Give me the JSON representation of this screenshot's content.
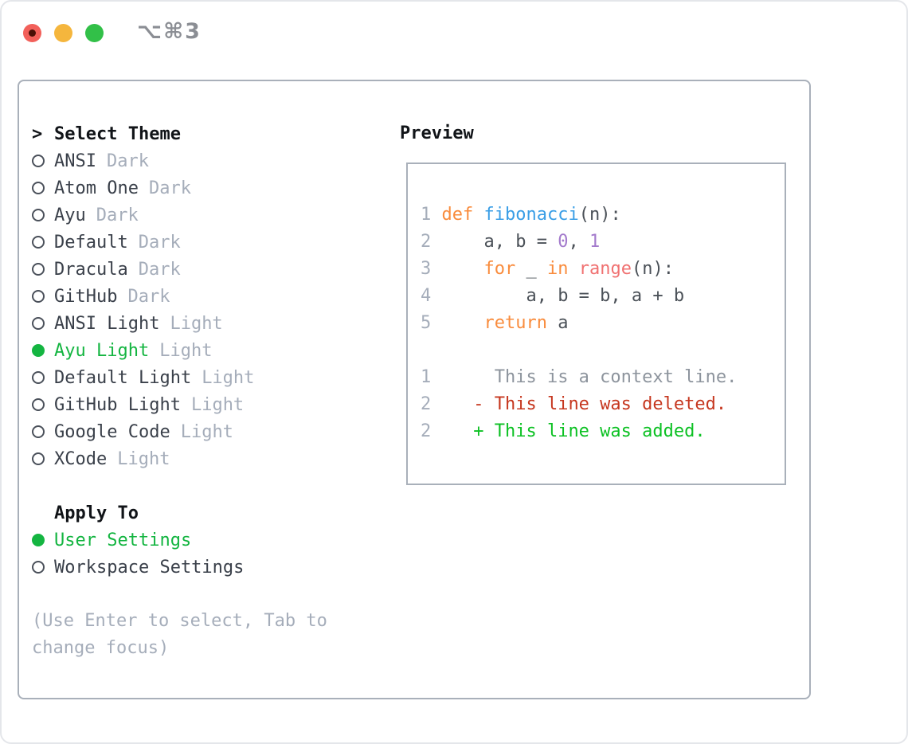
{
  "titlebar": {
    "shortcut": "⌥⌘3",
    "buttons": [
      {
        "name": "close",
        "color": "#f2605a",
        "has_unsaved_dot": true
      },
      {
        "name": "minimize",
        "color": "#f5b63d"
      },
      {
        "name": "zoom",
        "color": "#32c048"
      }
    ]
  },
  "theme_panel": {
    "prompt": ">",
    "title": "Select Theme",
    "items": [
      {
        "name": "ANSI",
        "variant": "Dark",
        "selected": false
      },
      {
        "name": "Atom One",
        "variant": "Dark",
        "selected": false
      },
      {
        "name": "Ayu",
        "variant": "Dark",
        "selected": false
      },
      {
        "name": "Default",
        "variant": "Dark",
        "selected": false
      },
      {
        "name": "Dracula",
        "variant": "Dark",
        "selected": false
      },
      {
        "name": "GitHub",
        "variant": "Dark",
        "selected": false
      },
      {
        "name": "ANSI Light",
        "variant": "Light",
        "selected": false
      },
      {
        "name": "Ayu Light",
        "variant": "Light",
        "selected": true
      },
      {
        "name": "Default Light",
        "variant": "Light",
        "selected": false
      },
      {
        "name": "GitHub Light",
        "variant": "Light",
        "selected": false
      },
      {
        "name": "Google Code",
        "variant": "Light",
        "selected": false
      },
      {
        "name": "XCode",
        "variant": "Light",
        "selected": false
      }
    ]
  },
  "apply_panel": {
    "title": "Apply To",
    "items": [
      {
        "name": "User Settings",
        "variant": "",
        "selected": true
      },
      {
        "name": "Workspace Settings",
        "variant": "",
        "selected": false
      }
    ]
  },
  "hint": "(Use Enter to select, Tab to change focus)",
  "preview": {
    "title": "Preview",
    "lines": [
      {
        "segments": [
          {
            "text": "1 ",
            "color": "linenum"
          },
          {
            "text": "def ",
            "color": "keyword"
          },
          {
            "text": "fibonacci",
            "color": "function"
          },
          {
            "text": "(n):",
            "color": "fg"
          }
        ]
      },
      {
        "segments": [
          {
            "text": "2 ",
            "color": "linenum"
          },
          {
            "text": "    a, b = ",
            "color": "fg"
          },
          {
            "text": "0",
            "color": "number"
          },
          {
            "text": ", ",
            "color": "fg"
          },
          {
            "text": "1",
            "color": "number"
          }
        ]
      },
      {
        "segments": [
          {
            "text": "3 ",
            "color": "linenum"
          },
          {
            "text": "    ",
            "color": "fg"
          },
          {
            "text": "for",
            "color": "keyword"
          },
          {
            "text": " _ ",
            "color": "fg"
          },
          {
            "text": "in",
            "color": "keyword"
          },
          {
            "text": " ",
            "color": "fg"
          },
          {
            "text": "range",
            "color": "call"
          },
          {
            "text": "(n):",
            "color": "fg"
          }
        ]
      },
      {
        "segments": [
          {
            "text": "4 ",
            "color": "linenum"
          },
          {
            "text": "        a, b = b, a + b",
            "color": "fg"
          }
        ]
      },
      {
        "segments": [
          {
            "text": "5 ",
            "color": "linenum"
          },
          {
            "text": "    ",
            "color": "fg"
          },
          {
            "text": "return",
            "color": "keyword"
          },
          {
            "text": " a",
            "color": "fg"
          }
        ]
      },
      {
        "segments": []
      },
      {
        "segments": [
          {
            "text": "1 ",
            "color": "linenum"
          },
          {
            "text": "     This is a context line.",
            "color": "context"
          }
        ]
      },
      {
        "segments": [
          {
            "text": "2 ",
            "color": "linenum"
          },
          {
            "text": "   - This line was deleted.",
            "color": "deleted"
          }
        ]
      },
      {
        "segments": [
          {
            "text": "2 ",
            "color": "linenum"
          },
          {
            "text": "   + This line was added.",
            "color": "added"
          }
        ]
      }
    ]
  },
  "colors": {
    "selected_green": "#14b541",
    "added_green": "#0cc123",
    "deleted_red": "#c6371f",
    "keyword_orange": "#f98c3d",
    "function_blue": "#3a9ee6",
    "number_purple": "#a37acc",
    "call_coral": "#f07171",
    "muted_gray": "#a5adba",
    "border_gray": "#a9b0ba"
  }
}
